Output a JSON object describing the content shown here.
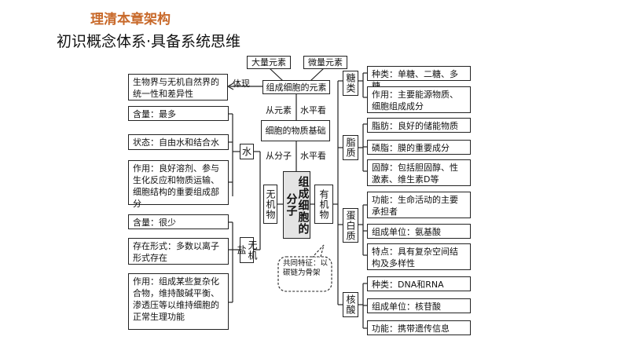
{
  "header": {
    "title": "理清本章架构",
    "subtitle": "初识概念体系·具备系统思维"
  },
  "center": {
    "big_elements": "大量元素",
    "micro_elements": "微量元素",
    "elements": "组成细胞的元素",
    "from_elements": "从元素",
    "level_view_1": "水平看",
    "material_basis": "细胞的物质基础",
    "from_molecules": "从分子",
    "level_view_2": "水平看",
    "molecules": "组成细胞的分子",
    "reflects": "体现",
    "unity": "生物界与无机自然界的统一性和差异性",
    "inorganic": "无机物",
    "organic": "有机物",
    "common": "共同特征：以碳链为骨架"
  },
  "water": {
    "name": "水",
    "content": "含量：最多",
    "state": "状态：自由水和结合水",
    "function": "作用：良好溶剂、参与生化反应和物质运输、细胞结构的重要组成部分"
  },
  "salt": {
    "name": "无机盐",
    "content": "含量：很少",
    "form": "存在形式：多数以离子形式存在",
    "function": "作用：组成某些复杂化合物，维持酸碱平衡、渗透压等以维持细胞的正常生理功能"
  },
  "sugar": {
    "name": "糖类",
    "types": "种类：单糖、二糖、多糖",
    "function": "作用：主要能源物质、细胞组成成分"
  },
  "lipid": {
    "name": "脂质",
    "fat": "脂肪：良好的储能物质",
    "phospholipid": "磷脂：膜的重要成分",
    "sterol": "固醇：包括胆固醇、性激素、维生素D等"
  },
  "protein": {
    "name": "蛋白质",
    "function": "功能：生命活动的主要承担者",
    "unit": "组成单位：氨基酸",
    "feature": "特点：具有复杂空间结构及多样性"
  },
  "nucleic": {
    "name": "核酸",
    "types": "种类：DNA和RNA",
    "unit": "组成单位：核苷酸",
    "function": "功能：携带遗传信息"
  }
}
